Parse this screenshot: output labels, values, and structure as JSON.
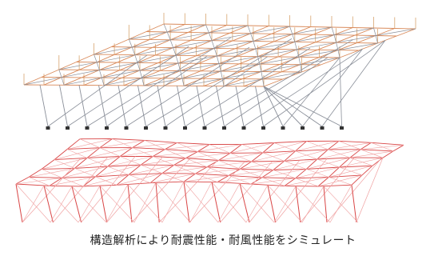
{
  "caption": "構造解析により耐震性能・耐風性能をシミュレート",
  "colors": {
    "background": "#ffffff",
    "upper_frame_grey": "#8a8f99",
    "upper_frame_orange": "#d98a5a",
    "upper_support_fill": "#333333",
    "upper_load_lines": "#d7a46e",
    "lower_frame_red": "#d94646",
    "lower_frame_red_light": "#f0a0a0",
    "caption_text": "#222222"
  },
  "figure": {
    "upper_model": "undeformed-space-frame",
    "lower_model": "deformed-space-frame"
  }
}
